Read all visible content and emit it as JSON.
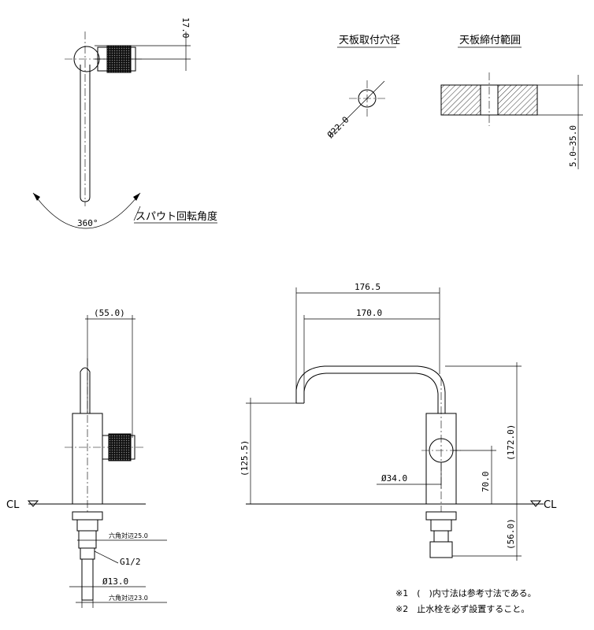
{
  "top_view": {
    "dim_17": "17.0",
    "rotation_angle": "360°",
    "rotation_label": "スパウト回転角度"
  },
  "hole": {
    "title": "天板取付穴径",
    "dim": "Ø22.0"
  },
  "counter": {
    "title": "天板締付範囲",
    "dim": "5.0~35.0"
  },
  "side_view": {
    "dim_55": "(55.0)",
    "cl_label": "CL",
    "hex_25": "六角対辺25.0",
    "thread": "G1/2",
    "dia_13": "Ø13.0",
    "hex_23": "六角対辺23.0"
  },
  "front_view": {
    "dim_176": "176.5",
    "dim_170": "170.0",
    "dim_125": "(125.5)",
    "dim_172": "(172.0)",
    "dim_34": "Ø34.0",
    "dim_70": "70.0",
    "dim_56": "(56.0)",
    "cl_label": "CL"
  },
  "notes": [
    "※1　(　)内寸法は参考寸法である。",
    "※2　止水栓を必ず設置すること。"
  ]
}
